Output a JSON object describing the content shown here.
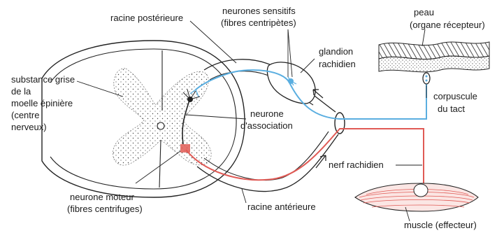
{
  "labels": {
    "racine_posterieure": "racine postérieure",
    "neurones_sensitifs_l1": "neurones sensitifs",
    "neurones_sensitifs_l2": "(fibres centripètes)",
    "peau_l1": "peau",
    "peau_l2": "(organe récepteur)",
    "glandion_l1": "glandion",
    "glandion_l2": "rachidien",
    "substance_l1": "substance grise",
    "substance_l2": "de la",
    "substance_l3": "moelle épinière",
    "substance_l4": "(centre",
    "substance_l5": "nerveux)",
    "neurone_assoc_l1": "neurone",
    "neurone_assoc_l2": "d'association",
    "corpuscule_l1": "corpuscule",
    "corpuscule_l2": "du tact",
    "nerf_rachidien": "nerf rachidien",
    "neurone_moteur_l1": "neurone moteur",
    "neurone_moteur_l2": "(fibres centrifuges)",
    "racine_anterieure": "racine antérieure",
    "muscle": "muscle (effecteur)"
  },
  "colors": {
    "sensory": "#5aaee0",
    "motor": "#e05a55",
    "outline": "#222222"
  }
}
